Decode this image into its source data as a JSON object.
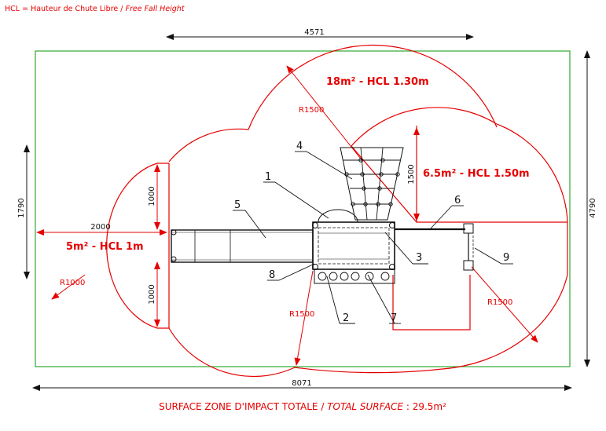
{
  "legend": {
    "prefix": "HCL = Hauteur de Chute Libre / ",
    "italic": "Free Fall Height"
  },
  "dimensions": {
    "top_width": "4571",
    "left_height": "1790",
    "right_height": "4790",
    "bottom_width": "8071",
    "left_arm": "2000",
    "upper_gap": "1000",
    "lower_gap": "1000",
    "tower_height": "1500"
  },
  "zones": {
    "top": "18m² - HCL 1.30m",
    "right": "6.5m² - HCL 1.50m",
    "left": "5m² - HCL 1m"
  },
  "radii": {
    "top": "R1500",
    "left": "R1000",
    "bottom": "R1500",
    "right": "R1500"
  },
  "callouts": [
    "1",
    "2",
    "3",
    "4",
    "5",
    "6",
    "7",
    "8",
    "9"
  ],
  "footer": {
    "prefix": "SURFACE ZONE D'IMPACT TOTALE / ",
    "italic": "TOTAL SURFACE",
    "suffix": " : 29.5m²"
  },
  "colors": {
    "impact_zone": "#e60000",
    "boundary": "#2ea82e",
    "equipment": "#111111"
  }
}
